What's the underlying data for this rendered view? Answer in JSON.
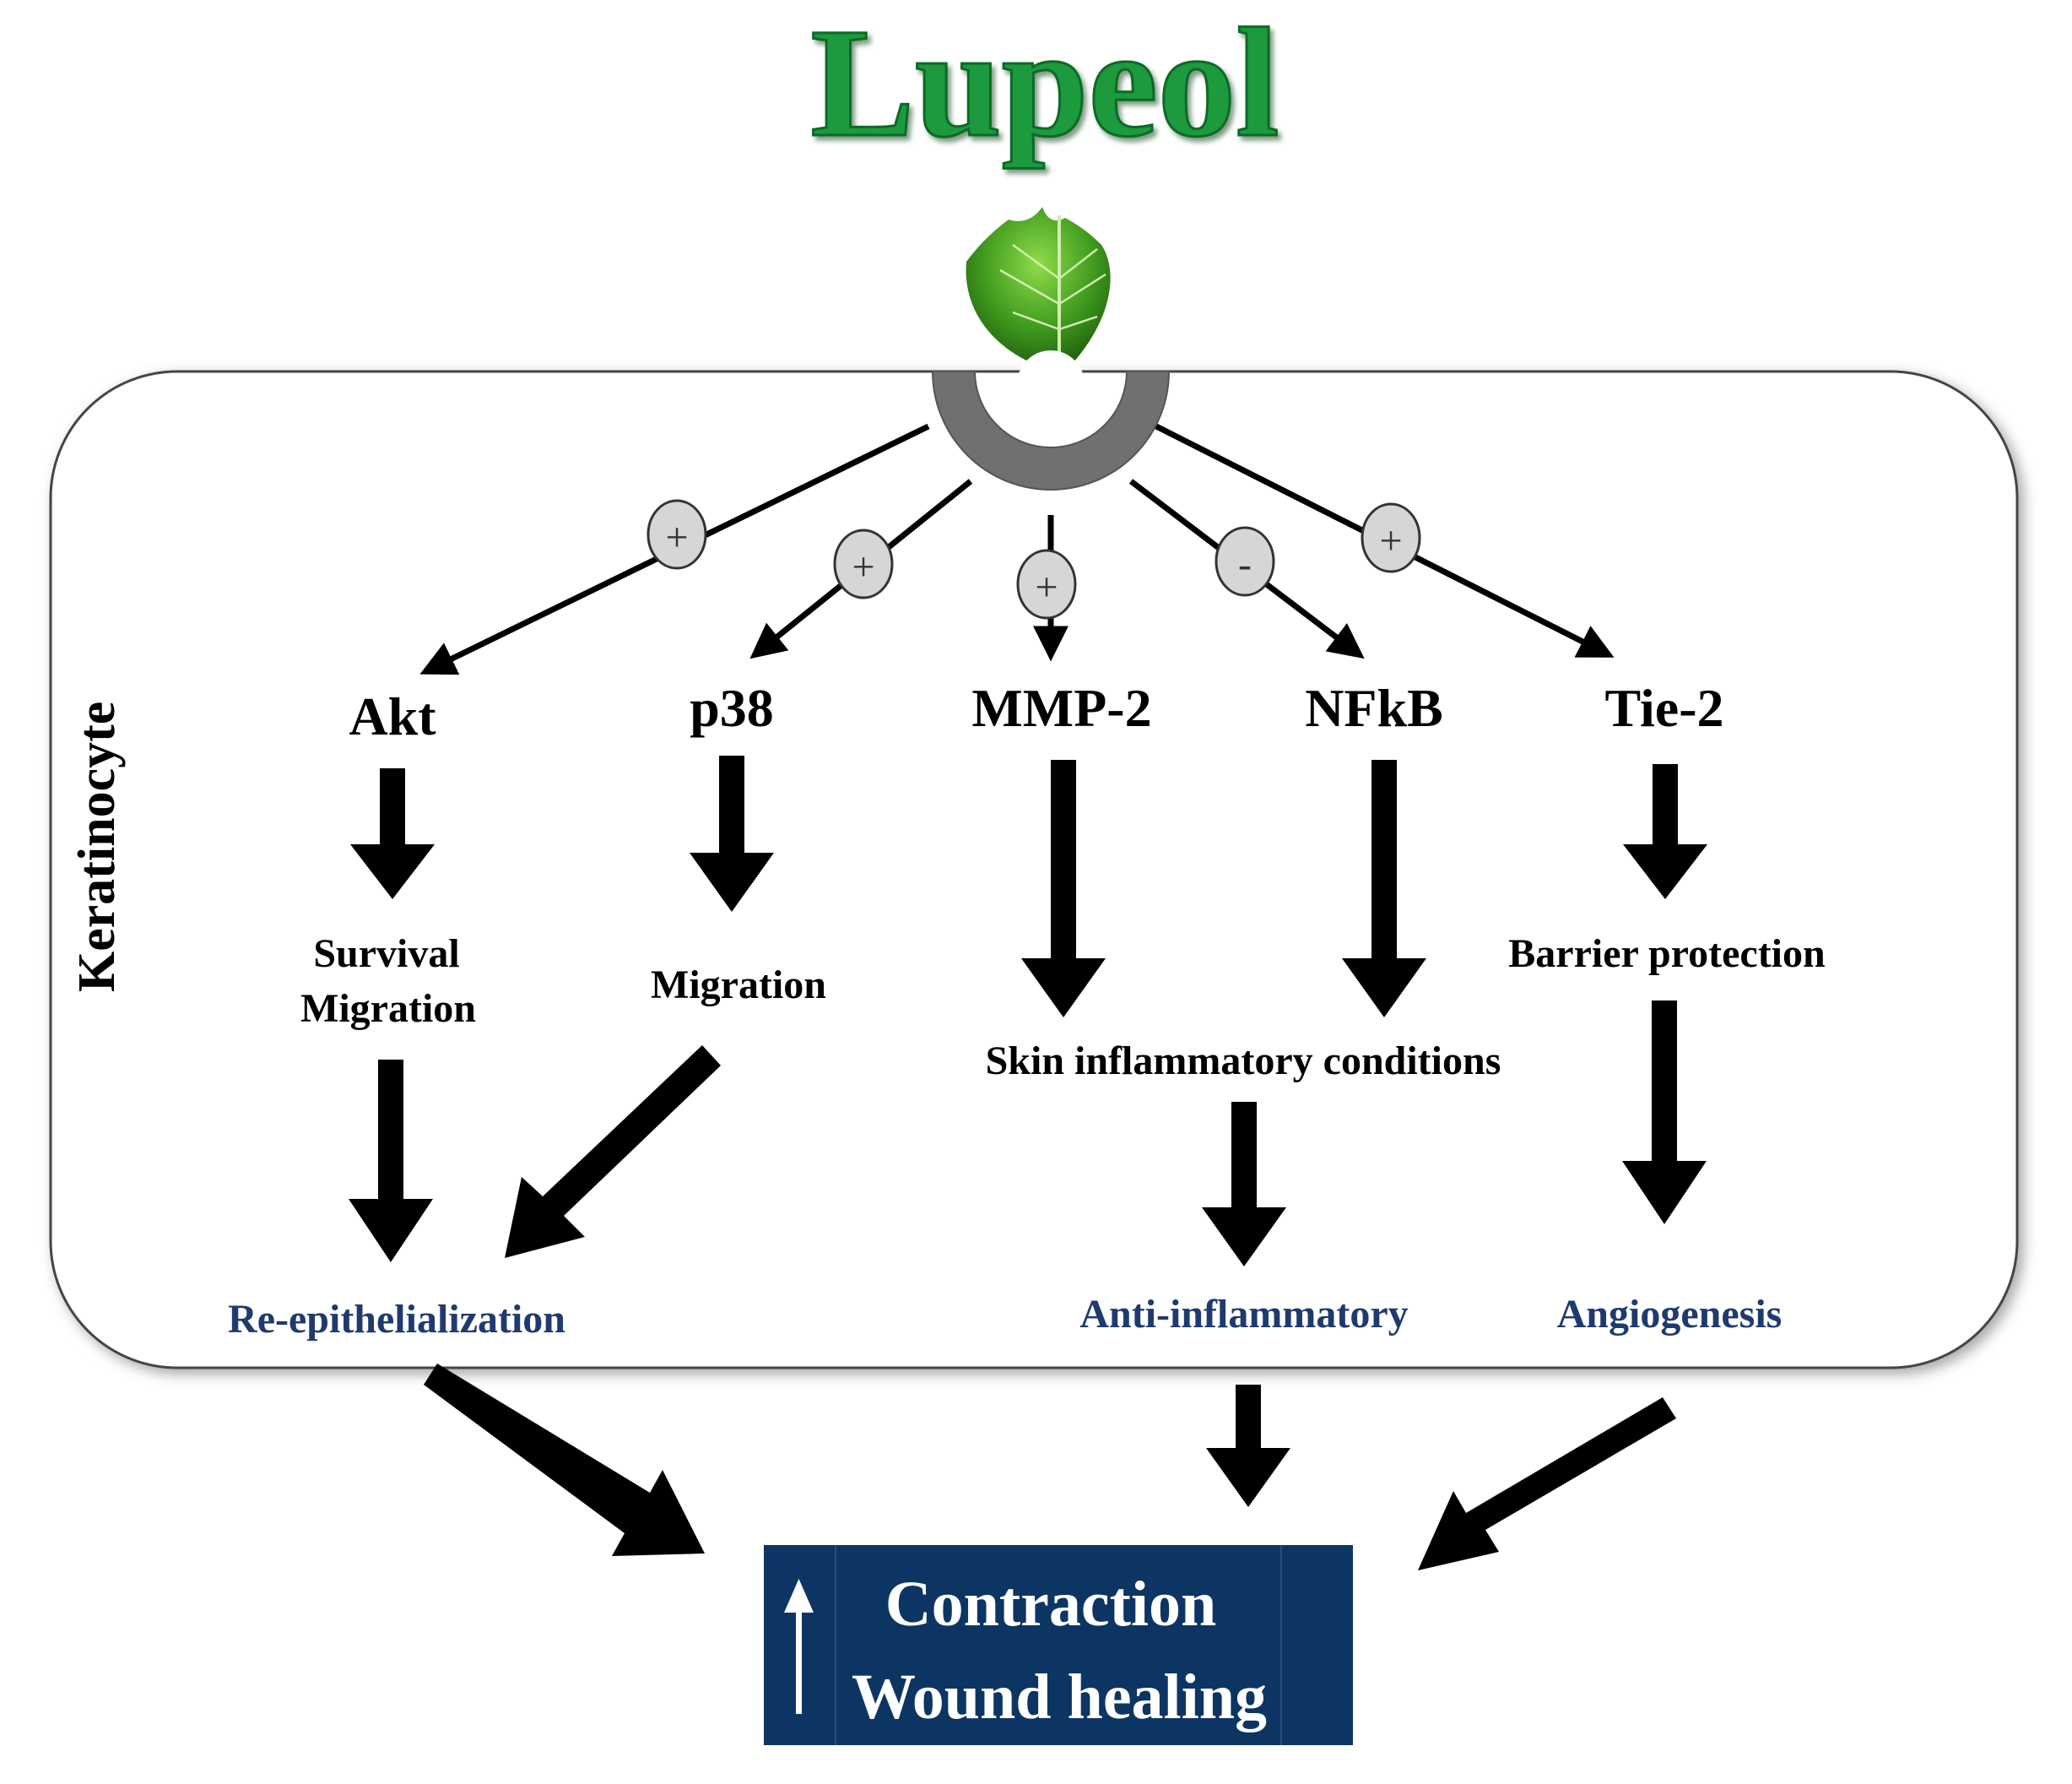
{
  "title": "Lupeol",
  "cell_label": "Keratinocyte",
  "targets": [
    {
      "name": "Akt",
      "effect": "+"
    },
    {
      "name": "p38",
      "effect": "+"
    },
    {
      "name": "MMP-2",
      "effect": "+"
    },
    {
      "name": "NFkB",
      "effect": "-"
    },
    {
      "name": "Tie-2",
      "effect": "+"
    }
  ],
  "outcomes": {
    "akt_line1": "Survival",
    "akt_line2": "Migration",
    "p38": "Migration",
    "mmp_nfkb": "Skin inflammatory conditions",
    "tie2": "Barrier protection"
  },
  "processes": {
    "left": "Re-epithelialization",
    "middle": "Anti-inflammatory",
    "right": "Angiogenesis"
  },
  "result": {
    "arrow": "↑",
    "line1": "Contraction",
    "line2": "Wound healing"
  },
  "colors": {
    "title_green": "#1a9a3c",
    "process_blue": "#1f3a6e",
    "result_box": "#0d3563",
    "circle_fill": "#d6d6d6",
    "receptor_grey": "#707070"
  }
}
